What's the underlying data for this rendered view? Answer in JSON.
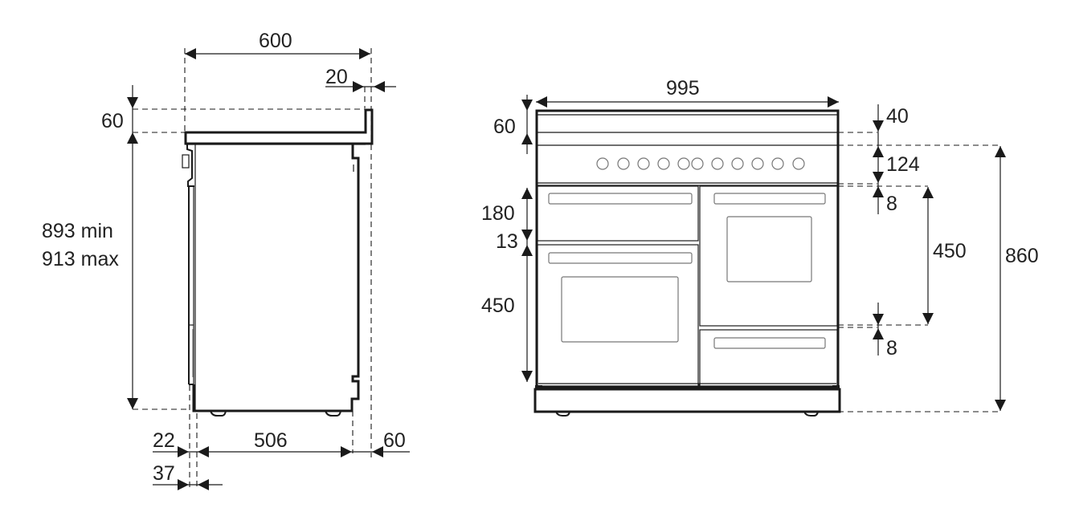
{
  "diagram": {
    "side_view": {
      "width_total": "600",
      "backguard_depth": "20",
      "backguard_height": "60",
      "height_min": "893 min",
      "height_max": "913 max",
      "door_offset": "22",
      "control_offset": "37",
      "body_depth": "506",
      "rear_clearance": "60"
    },
    "front_view": {
      "width_total": "995",
      "backguard_height": "60",
      "top_gap": "40",
      "control_panel_height": "124",
      "gap_upper": "8",
      "right_oven_height": "450",
      "gap_lower": "8",
      "total_height": "860",
      "top_drawer_height": "180",
      "mid_gap": "13",
      "left_oven_height": "450",
      "knob_count": 11
    }
  }
}
